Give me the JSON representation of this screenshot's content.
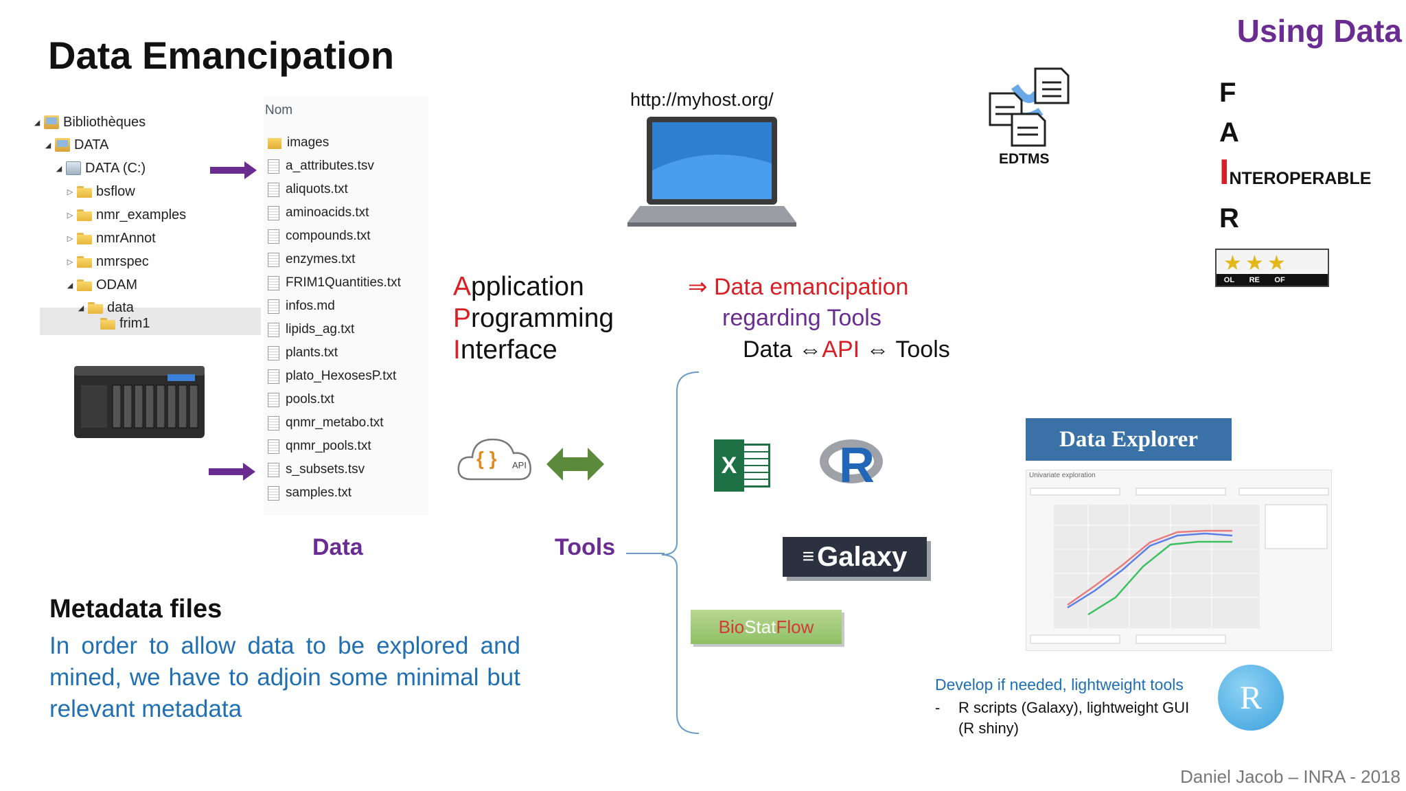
{
  "slide": {
    "title": "Data Emancipation",
    "corner_title": "Using Data",
    "footer": "Daniel Jacob – INRA - 2018"
  },
  "tree": [
    {
      "label": "Bibliothèques",
      "icon": "library-icon",
      "expander": "open"
    },
    {
      "label": "DATA",
      "icon": "library-icon",
      "expander": "open"
    },
    {
      "label": "DATA (C:)",
      "icon": "drive-icon",
      "expander": "open"
    },
    {
      "label": "bsflow",
      "icon": "folder-icon",
      "expander": "closed"
    },
    {
      "label": "nmr_examples",
      "icon": "folder-icon",
      "expander": "closed"
    },
    {
      "label": "nmrAnnot",
      "icon": "folder-icon",
      "expander": "closed"
    },
    {
      "label": "nmrspec",
      "icon": "folder-icon",
      "expander": "closed"
    },
    {
      "label": "ODAM",
      "icon": "folder-icon",
      "expander": "open"
    },
    {
      "label": "data",
      "icon": "folder-icon",
      "expander": "open"
    },
    {
      "label": "frim1",
      "icon": "folder-icon",
      "expander": "none"
    }
  ],
  "file_list": {
    "column_header": "Nom",
    "files": [
      {
        "name": "images",
        "icon": "folder-icon"
      },
      {
        "name": "a_attributes.tsv",
        "icon": "document-icon"
      },
      {
        "name": "aliquots.txt",
        "icon": "document-icon"
      },
      {
        "name": "aminoacids.txt",
        "icon": "document-icon"
      },
      {
        "name": "compounds.txt",
        "icon": "document-icon"
      },
      {
        "name": "enzymes.txt",
        "icon": "document-icon"
      },
      {
        "name": "FRIM1Quantities.txt",
        "icon": "document-icon"
      },
      {
        "name": "infos.md",
        "icon": "document-icon"
      },
      {
        "name": "lipids_ag.txt",
        "icon": "document-icon"
      },
      {
        "name": "plants.txt",
        "icon": "document-icon"
      },
      {
        "name": "plato_HexosesP.txt",
        "icon": "document-icon"
      },
      {
        "name": "pools.txt",
        "icon": "document-icon"
      },
      {
        "name": "qnmr_metabo.txt",
        "icon": "document-icon"
      },
      {
        "name": "qnmr_pools.txt",
        "icon": "document-icon"
      },
      {
        "name": "s_subsets.tsv",
        "icon": "document-icon"
      },
      {
        "name": "samples.txt",
        "icon": "document-icon"
      }
    ]
  },
  "labels": {
    "data": "Data",
    "tools": "Tools"
  },
  "metadata": {
    "heading": "Metadata files",
    "paragraph": "In order to allow data to be explored and mined, we have to adjoin some minimal but relevant metadata"
  },
  "api": {
    "lines": [
      {
        "first": "A",
        "rest": "pplication"
      },
      {
        "first": "P",
        "rest": "rogramming"
      },
      {
        "first": "I",
        "rest": "nterface"
      }
    ],
    "cloud_label": "API",
    "cloud_braces": "{ }"
  },
  "host_url": "http://myhost.org/",
  "emancipation": {
    "arrow": "⇒",
    "line1": "Data emancipation",
    "line2": "regarding Tools",
    "data_word": "Data",
    "double_arrow": "⇔",
    "api_word": "API",
    "tools_word": "Tools"
  },
  "edtms_label": "EDTMS",
  "fair": {
    "f": "F",
    "a": "A",
    "i_big": "I",
    "i_rest": "NTEROPERABLE",
    "r": "R"
  },
  "stars_badge": {
    "stars": [
      "★",
      "★",
      "★"
    ],
    "codes": [
      "OL",
      "RE",
      "OF"
    ]
  },
  "tools": {
    "excel_letter": "X",
    "r_letter": "R",
    "galaxy": "Galaxy",
    "biostat_1": "Bio",
    "biostat_2": "Stat",
    "biostat_3": "Flow"
  },
  "data_explorer": {
    "banner": "Data Explorer",
    "subtitle": "Univariate exploration"
  },
  "develop": {
    "heading": "Develop if needed, lightweight tools",
    "dash": "-",
    "bullet_line1": "R scripts (Galaxy), lightweight GUI",
    "bullet_line2": "(R shiny)",
    "r_logo_letter": "R"
  },
  "colors": {
    "purple": "#6a2c91",
    "red": "#d91f26",
    "blue": "#1f6fb2",
    "green_arrow": "#5a8a3a"
  }
}
